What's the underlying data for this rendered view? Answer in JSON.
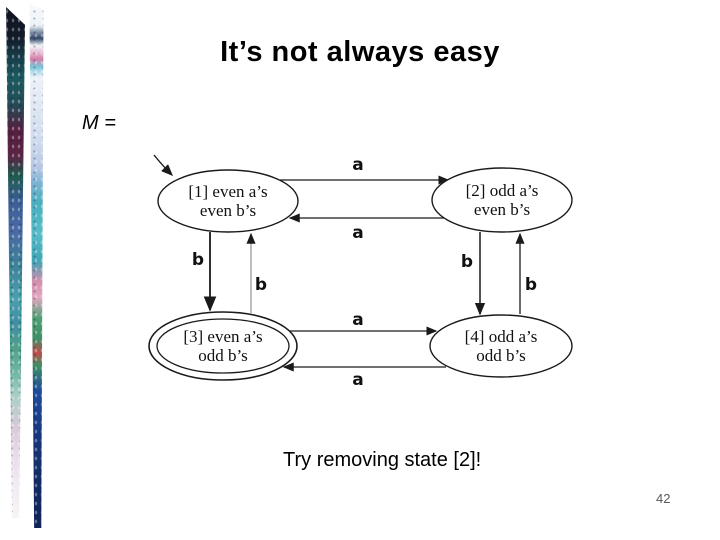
{
  "slide": {
    "title": "It’s not always easy",
    "m_label": "M =",
    "note": "Try removing state [2]!",
    "page_number": "42"
  },
  "diagram": {
    "type": "state-machine",
    "states": {
      "s1": {
        "line1": "[1] even a’s",
        "line2": "even b’s",
        "accepting": false,
        "start": true
      },
      "s2": {
        "line1": "[2] odd a’s",
        "line2": "even b’s",
        "accepting": false,
        "start": false
      },
      "s3": {
        "line1": "[3] even a’s",
        "line2": "odd b’s",
        "accepting": true,
        "start": false
      },
      "s4": {
        "line1": "[4] odd a’s",
        "line2": "odd b’s",
        "accepting": false,
        "start": false
      }
    },
    "edge_labels": {
      "s1_s2": "a",
      "s2_s1": "a",
      "s1_s3": "b",
      "s3_s1": "b",
      "s2_s4": "b",
      "s4_s2": "b",
      "s3_s4": "a",
      "s4_s3": "a"
    }
  },
  "colors": {
    "title_text": "#000000",
    "note_text": "#000000",
    "page_number_text": "#595959",
    "diagram_ink": "#1a1a1a"
  }
}
